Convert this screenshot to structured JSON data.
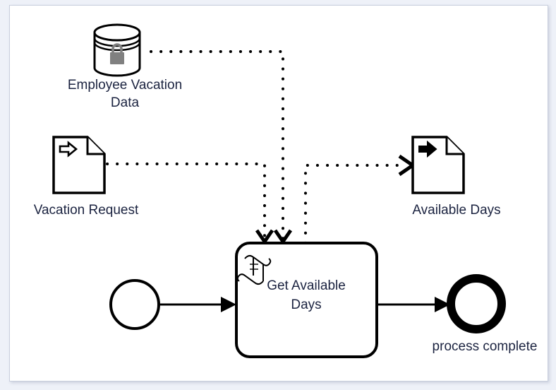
{
  "diagram": {
    "type": "bpmn-process-diagram",
    "title": "Get Available Days process",
    "background_color": "#eef1f8",
    "canvas_color": "#ffffff",
    "stroke_color": "#000000",
    "text_color": "#1b2340",
    "lock_color": "#808080"
  },
  "elements": {
    "data_store": {
      "id": "employee-vacation-data",
      "kind": "data-store",
      "label": "Employee Vacation\nData",
      "icon": "lock-icon",
      "secured": true
    },
    "data_input": {
      "id": "vacation-request",
      "kind": "data-input-object",
      "label": "Vacation Request",
      "icon": "hollow-arrow-icon"
    },
    "data_output": {
      "id": "available-days",
      "kind": "data-output-object",
      "label": "Available Days",
      "icon": "filled-arrow-icon"
    },
    "task": {
      "id": "get-available-days",
      "kind": "script-task",
      "label": "Get Available\nDays",
      "icon": "script-icon"
    },
    "start_event": {
      "id": "start-event",
      "kind": "start-event",
      "label": ""
    },
    "end_event": {
      "id": "end-event",
      "kind": "end-event",
      "label": "process complete"
    }
  },
  "connections": [
    {
      "id": "flow-start-to-task",
      "kind": "sequence-flow",
      "from": "start-event",
      "to": "get-available-days",
      "style": "solid",
      "arrow": "filled"
    },
    {
      "id": "flow-task-to-end",
      "kind": "sequence-flow",
      "from": "get-available-days",
      "to": "end-event",
      "style": "solid",
      "arrow": "filled"
    },
    {
      "id": "assoc-request-to-task",
      "kind": "data-association",
      "from": "vacation-request",
      "to": "get-available-days",
      "style": "dotted",
      "arrow": "open"
    },
    {
      "id": "assoc-store-to-task",
      "kind": "data-association",
      "from": "employee-vacation-data",
      "to": "get-available-days",
      "style": "dotted",
      "arrow": "open"
    },
    {
      "id": "assoc-task-to-available-days",
      "kind": "data-association",
      "from": "get-available-days",
      "to": "available-days",
      "style": "dotted",
      "arrow": "open"
    }
  ]
}
